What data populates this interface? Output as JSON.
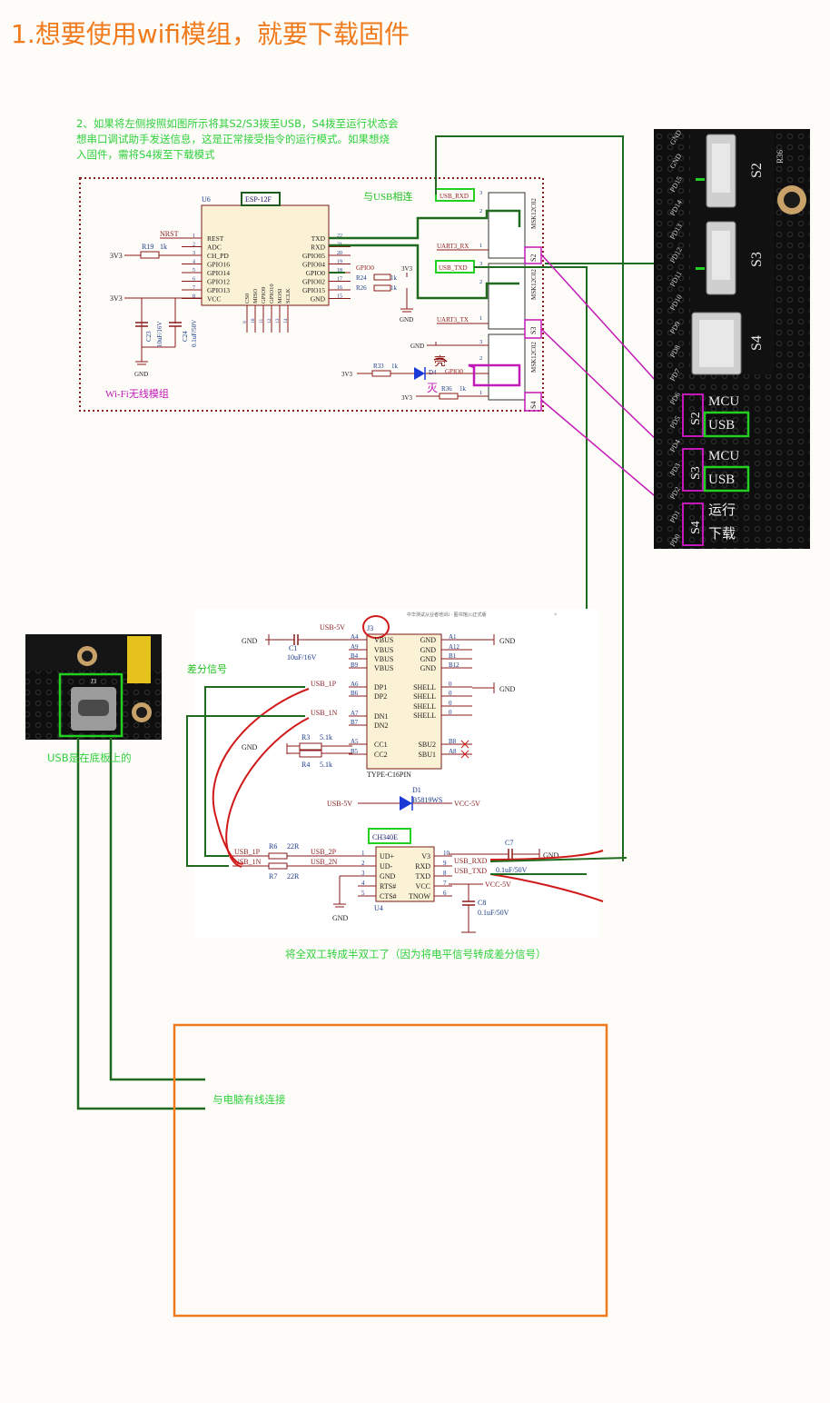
{
  "title": "1.想要使用wifi模组，就要下载固件",
  "note": {
    "line1": "2、如果将左侧按照如图所示将其S2/S3拨至USB，S4拨至运行状态会",
    "line2": "想串口调试助手发送信息，这是正常接受指令的运行模式。如果想烧",
    "line3": "入固件，需将S4拨至下载模式"
  },
  "annotations": {
    "usb_connect": "与USB相连",
    "diff_signal": "差分信号",
    "usb_on_board": "USB是在底板上的",
    "duplex": "将全双工转成半双工了（因为将电平信号转成差分信号）",
    "pc_wired": "与电脑有线连接"
  },
  "top_schematic": {
    "chip_ref": "U6",
    "chip_name": "ESP-12F",
    "left_pins": [
      {
        "num": "1",
        "name": "REST",
        "net": "NRST"
      },
      {
        "num": "2",
        "name": "ADC",
        "net": ""
      },
      {
        "num": "3",
        "name": "CH_PD",
        "net": "3V3"
      },
      {
        "num": "4",
        "name": "GPIO16",
        "net": ""
      },
      {
        "num": "5",
        "name": "GPIO14",
        "net": ""
      },
      {
        "num": "6",
        "name": "GPIO12",
        "net": ""
      },
      {
        "num": "7",
        "name": "GPIO13",
        "net": ""
      },
      {
        "num": "8",
        "name": "VCC",
        "net": "3V3"
      }
    ],
    "right_pins": [
      {
        "num": "22",
        "name": "TXD"
      },
      {
        "num": "21",
        "name": "RXD"
      },
      {
        "num": "20",
        "name": "GPIO05"
      },
      {
        "num": "19",
        "name": "GPIO04"
      },
      {
        "num": "18",
        "name": "GPIO0"
      },
      {
        "num": "17",
        "name": "GPIO02"
      },
      {
        "num": "16",
        "name": "GPIO15"
      },
      {
        "num": "15",
        "name": "GND"
      }
    ],
    "bottom_pins": [
      {
        "num": "9",
        "name": "CS0"
      },
      {
        "num": "10",
        "name": "MISO"
      },
      {
        "num": "11",
        "name": "GPIO9"
      },
      {
        "num": "12",
        "name": "GPIO10"
      },
      {
        "num": "13",
        "name": "MOSI"
      },
      {
        "num": "14",
        "name": "SCLK"
      }
    ],
    "r19": "R19",
    "r19_val": "1k",
    "r24": "R24",
    "r24_val": "1k",
    "r26": "R26",
    "r26_val": "1k",
    "r33": "R33",
    "r33_val": "1k",
    "r36": "R36",
    "r36_val": "1k",
    "c23": "C23",
    "c23_val": "10uF/16V",
    "c24": "C24",
    "c24_val": "0.1uF/50V",
    "d4": "D4",
    "net_gpio0": "GPIO0",
    "net_3v3": "3V3",
    "net_gnd": "GND",
    "net_usb_rxd": "USB_RXD",
    "net_usb_txd": "USB_TXD",
    "net_uart3_rx": "UART3_RX",
    "net_uart3_tx": "UART3_TX",
    "switch_name": "MSK12C02",
    "s2": "S2",
    "s3": "S3",
    "s4": "S4",
    "module_label": "Wi-Fi无线模组",
    "hand_on": "亮",
    "hand_off": "灭"
  },
  "board_photo": {
    "labels": [
      "S2",
      "S3",
      "S4"
    ],
    "pin_labels": [
      "GND",
      "GND",
      "PD15",
      "PD14",
      "PD13",
      "PD12",
      "PD11",
      "PD10",
      "PD9",
      "PD8",
      "PD7",
      "PD6",
      "PD5",
      "PD4",
      "PD3",
      "PD2",
      "PD1",
      "PD0"
    ],
    "r36": "R36",
    "switch_rows": [
      {
        "name": "S2",
        "opt1": "MCU",
        "opt2": "USB"
      },
      {
        "name": "S3",
        "opt1": "MCU",
        "opt2": "USB"
      },
      {
        "name": "S4",
        "opt1": "运行",
        "opt2": "下载"
      }
    ]
  },
  "usb_photo": {
    "ref": "J3"
  },
  "bottom_schematic": {
    "header_tab": "中华测试从业者培训2 - 图书馆(1)正式版",
    "j3": "J3",
    "usb5v": "USB-5V",
    "c1": "C1",
    "c1_val": "10uF/16V",
    "gnd": "GND",
    "left_pins": [
      {
        "num": "A4",
        "name": "VBUS"
      },
      {
        "num": "A9",
        "name": "VBUS"
      },
      {
        "num": "B4",
        "name": "VBUS"
      },
      {
        "num": "B9",
        "name": "VBUS"
      },
      {
        "num": "A6",
        "name": "DP1"
      },
      {
        "num": "B6",
        "name": "DP2"
      },
      {
        "num": "A7",
        "name": "DN1"
      },
      {
        "num": "B7",
        "name": "DN2"
      },
      {
        "num": "A5",
        "name": "CC1"
      },
      {
        "num": "B5",
        "name": "CC2"
      }
    ],
    "right_pins": [
      {
        "num": "A1",
        "name": "GND"
      },
      {
        "num": "A12",
        "name": "GND"
      },
      {
        "num": "B1",
        "name": "GND"
      },
      {
        "num": "B12",
        "name": "GND"
      },
      {
        "num": "0",
        "name": "SHELL"
      },
      {
        "num": "0",
        "name": "SHELL"
      },
      {
        "num": "0",
        "name": "SHELL"
      },
      {
        "num": "0",
        "name": "SHELL"
      },
      {
        "num": "B8",
        "name": "SBU2"
      },
      {
        "num": "A8",
        "name": "SBU1"
      }
    ],
    "usb_1p": "USB_1P",
    "usb_1n": "USB_1N",
    "usb_2p": "USB_2P",
    "usb_2n": "USB_2N",
    "r3": "R3",
    "r3_val": "5.1k",
    "r4": "R4",
    "r4_val": "5.1k",
    "r6": "R6",
    "r6_val": "22R",
    "r7": "R7",
    "r7_val": "22R",
    "type_c": "TYPE-C16PIN",
    "d1": "D1",
    "d1_val": "B5819WS",
    "vcc5v": "VCC-5V",
    "ch340": "CH340E",
    "u4": "U4",
    "ch_left": [
      {
        "num": "1",
        "name": "UD+"
      },
      {
        "num": "2",
        "name": "UD-"
      },
      {
        "num": "3",
        "name": "GND"
      },
      {
        "num": "4",
        "name": "RTS#"
      },
      {
        "num": "5",
        "name": "CTS#"
      }
    ],
    "ch_right": [
      {
        "num": "10",
        "name": "V3"
      },
      {
        "num": "9",
        "name": "RXD"
      },
      {
        "num": "8",
        "name": "TXD"
      },
      {
        "num": "7",
        "name": "VCC"
      },
      {
        "num": "6",
        "name": "TNOW"
      }
    ],
    "usb_rxd": "USB_RXD",
    "usb_txd": "USB_TXD",
    "c7": "C7",
    "c7_val": "0.1uF/50V",
    "c8": "C8",
    "c8_val": "0.1uF/50V"
  }
}
